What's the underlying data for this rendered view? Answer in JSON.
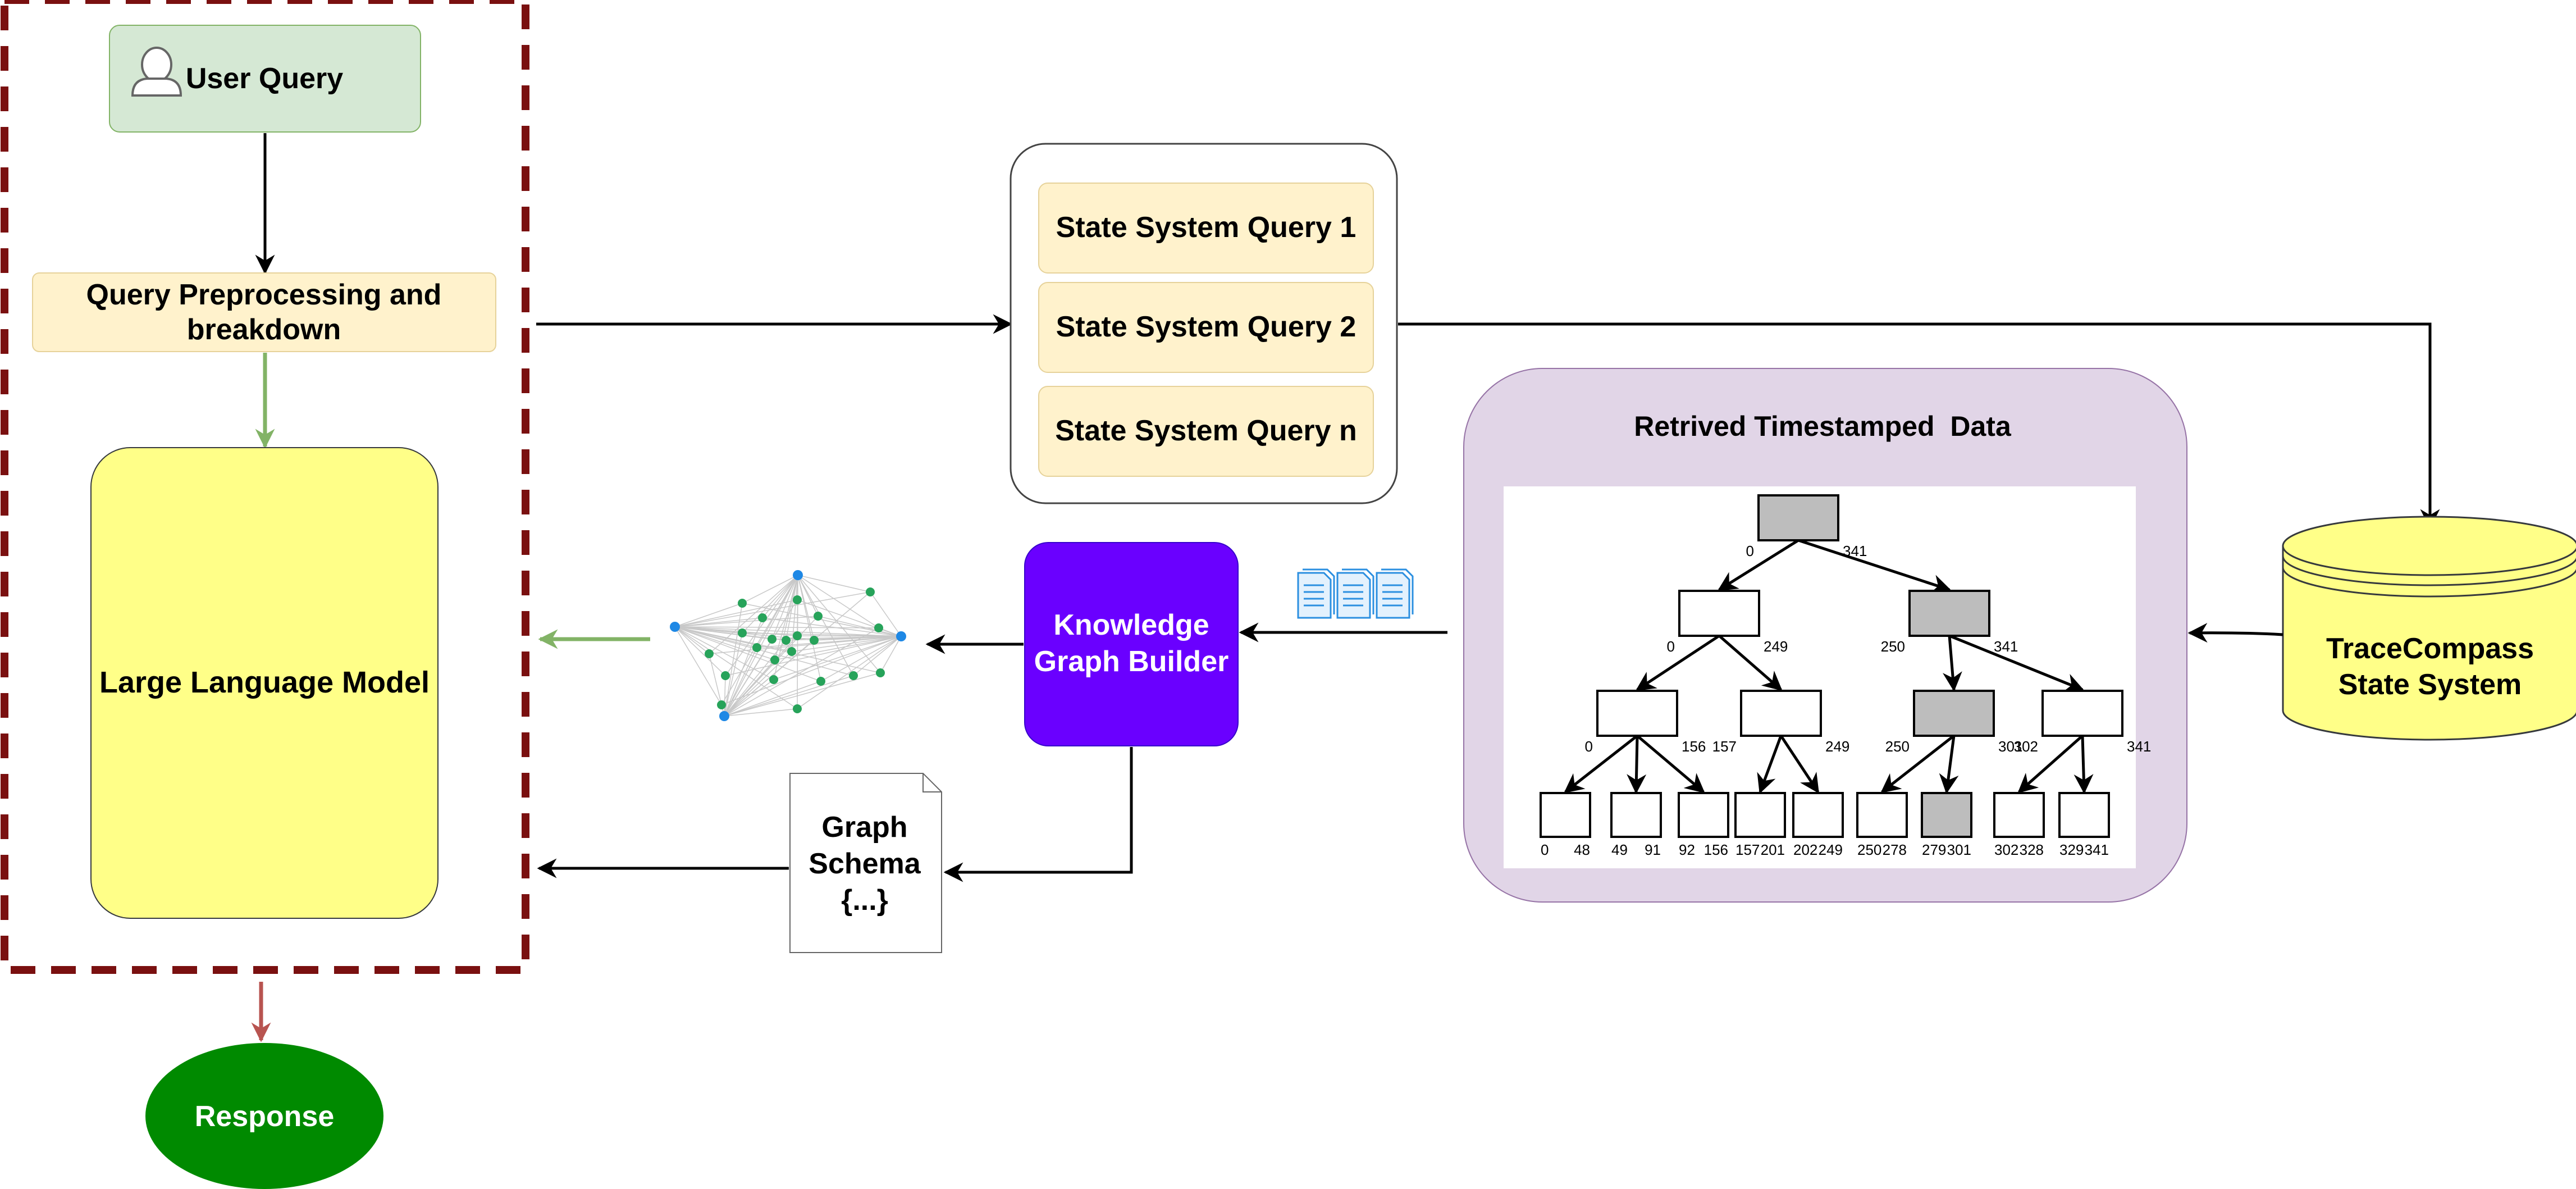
{
  "nodes": {
    "user_query": "User Query",
    "preprocessing_line1": "Query Preprocessing and",
    "preprocessing_line2": "breakdown",
    "llm": "Large Language Model",
    "response": "Response",
    "state_queries": [
      "State System Query 1",
      "State System Query 2",
      "State System Query n"
    ],
    "retrieved_title": "Retrived Timestamped  Data",
    "kg_builder_line1": "Knowledge",
    "kg_builder_line2": "Graph Builder",
    "schema_line1": "Graph",
    "schema_line2": "Schema",
    "schema_line3": "{...}",
    "tracecompass_line1": "TraceCompass",
    "tracecompass_line2": "State System"
  },
  "tree": {
    "root": [
      "0",
      "341"
    ],
    "level1": [
      [
        "0",
        "249"
      ],
      [
        "250",
        "341"
      ]
    ],
    "level2": [
      [
        "0",
        "156"
      ],
      [
        "157",
        "249"
      ],
      [
        "250",
        "301"
      ],
      [
        "302",
        "341"
      ]
    ],
    "leaves": [
      [
        "0",
        "48"
      ],
      [
        "49",
        "91"
      ],
      [
        "92",
        "156"
      ],
      [
        "157",
        "201"
      ],
      [
        "202",
        "249"
      ],
      [
        "250",
        "278"
      ],
      [
        "279",
        "301"
      ],
      [
        "302",
        "328"
      ],
      [
        "329",
        "341"
      ]
    ],
    "highlighted_path": [
      "root",
      "level1-2",
      "level2-3",
      "leaf-7"
    ]
  },
  "colors": {
    "dashed_border": "#7a1010",
    "user_query_fill": "#d5e8d4",
    "preprocess_fill": "#fff2cc",
    "llm_fill": "#ffff88",
    "response_fill": "#008a00",
    "kg_builder_fill": "#6a00ff",
    "retrieved_panel_fill": "#e1d5e7",
    "tracecompass_fill": "#ffff88",
    "green_arrow": "#82b366",
    "red_arrow": "#b85450",
    "highlight_node": "#bdbdbd",
    "graph_green": "#27a35a",
    "graph_blue": "#1e88e5"
  },
  "icons": [
    "user-icon",
    "document-stack-icon",
    "knowledge-graph-image"
  ]
}
